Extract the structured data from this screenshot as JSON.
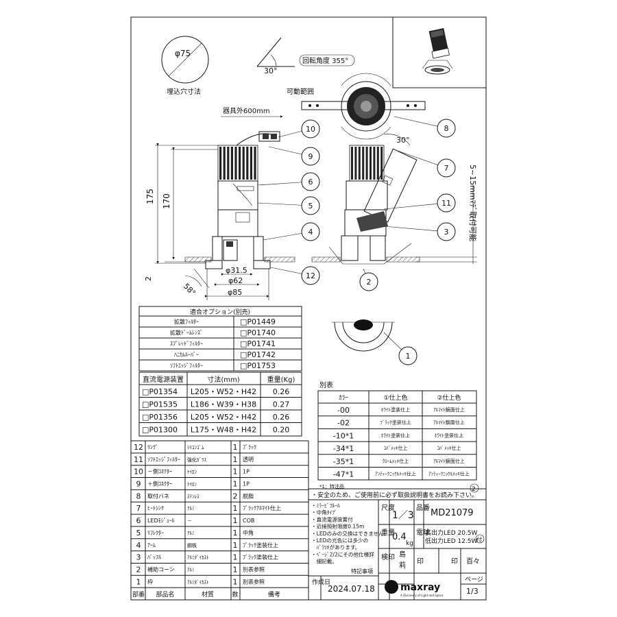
{
  "drawing": {
    "cutout_label": "埋込穴寸法",
    "cutout_diameter": "φ75",
    "tilt_angle": "30°",
    "rotation_label": "回転角度 355°",
    "movable_label": "可動範囲",
    "wire_length": "器具外600mm",
    "height_outer": "175",
    "height_inner": "170",
    "ceiling_thickness": "2",
    "spread_angle": "58°",
    "dim_d1": "φ31.5",
    "dim_d2": "φ62",
    "dim_d3": "φ85",
    "ceiling_range": "5~15mmﾏﾃﾞ取付可能",
    "tilt_angle_side": "30°",
    "balloons": [
      "10",
      "9",
      "6",
      "5",
      "4",
      "12",
      "8",
      "7",
      "11",
      "3",
      "2",
      "1"
    ]
  },
  "options": {
    "title": "適合オプション(別売)",
    "rows": [
      {
        "name": "拡散ﾌｨﾙﾀｰ",
        "code": "□P01449"
      },
      {
        "name": "拡散ﾄﾞｰﾑﾚﾝｽﾞ",
        "code": "□P01740"
      },
      {
        "name": "ｽﾌﾟﾚｯﾄﾞﾌｨﾙﾀｰ",
        "code": "□P01741"
      },
      {
        "name": "ﾊﾆｶﾑﾙｰﾊﾞｰ",
        "code": "□P01742"
      },
      {
        "name": "ｿﾌﾄｴｯｼﾞﾌｨﾙﾀｰ",
        "code": "□P01753"
      }
    ]
  },
  "power": {
    "headers": [
      "直流電源装置",
      "寸法(mm)",
      "重量(Kg)"
    ],
    "rows": [
      [
        "□P01354",
        "L205・W52・H42",
        "0.26"
      ],
      [
        "□P01535",
        "L186・W39・H38",
        "0.27"
      ],
      [
        "□P01356",
        "L205・W52・H42",
        "0.26"
      ],
      [
        "□P01300",
        "L175・W48・H42",
        "0.20"
      ]
    ]
  },
  "colors": {
    "title": "別表",
    "headers": [
      "ｶﾗｰ",
      "①仕上色",
      "②仕上色"
    ],
    "rows": [
      [
        "-00",
        "ﾎﾜｲﾄ塗装仕上",
        "ｱﾙﾏｲﾄ鏡面仕上"
      ],
      [
        "-02",
        "ﾌﾞﾗｯｸ塗装仕上",
        "ｱﾙﾏｲﾄ鏡面仕上"
      ],
      [
        "-10*1",
        "ﾎﾜｲﾄ塗装仕上",
        "ﾎﾜｲﾄ塗装仕上"
      ],
      [
        "-34*1",
        "ｺﾊﾞﾒｯｷ仕上",
        "ｺﾊﾞﾒｯｷ仕上"
      ],
      [
        "-35*1",
        "ｸﾛｰﾑﾒｯｷ仕上",
        "ｱﾙﾏｲﾄ鏡面仕上"
      ],
      [
        "-47*1",
        "ｱﾝﾃｨｰｸﾆｯｹﾙﾒｯｷ仕上",
        "ｱﾝﾃｨｰｸﾆｯｹﾙﾒｯｷ仕上"
      ]
    ],
    "footnote": "*1：特注品"
  },
  "safety_note": "・安全のため、ご使用前に必ず取扱説明書をお読み下さい。",
  "parts": {
    "rows": [
      [
        "12",
        "ﾘﾝｸﾞ",
        "ｼﾘｺﾝｺﾞﾑ",
        "1",
        "ﾌﾞﾗｯｸ"
      ],
      [
        "11",
        "ｿﾌﾄｴｯｼﾞﾌｨﾙﾀｰ",
        "強化ｶﾞﾗｽ",
        "1",
        "透明"
      ],
      [
        "10",
        "－側ｺﾈｸﾀｰ",
        "ﾅｲﾛﾝ",
        "1",
        "1P"
      ],
      [
        "9",
        "＋側ｺﾈｸﾀｰ",
        "ﾅｲﾛﾝ",
        "1",
        "1P"
      ],
      [
        "8",
        "取付バネ",
        "ｽﾃﾝﾚｽ",
        "2",
        "脱脂"
      ],
      [
        "7",
        "ﾋｰﾄｼﾝｸ",
        "ｱﾙﾐ",
        "1",
        "ﾌﾞﾗｯｸｱﾙﾏｲﾄ仕上"
      ],
      [
        "6",
        "LEDﾓｼﾞｭｰﾙ",
        "－",
        "1",
        "COB"
      ],
      [
        "5",
        "ﾘﾌﾚｸﾀｰ",
        "ｱﾙﾐ",
        "1",
        "中角"
      ],
      [
        "4",
        "ｱｰﾑ",
        "鋼板",
        "1",
        "ﾌﾞﾗｯｸ塗装仕上"
      ],
      [
        "3",
        "ﾊﾞｯﾌﾙ",
        "ｱﾙﾐﾀﾞｲｶｽﾄ",
        "1",
        "ﾌﾞﾗｯｸ塗装仕上"
      ],
      [
        "2",
        "補助コーン",
        "ｱﾙﾐ",
        "1",
        "別表参照"
      ],
      [
        "1",
        "枠",
        "ｱﾙﾐﾀﾞｲｶｽﾄ",
        "1",
        "別表参照"
      ]
    ],
    "headers": [
      "部番",
      "部品名",
      "材質",
      "数",
      "備考"
    ]
  },
  "notes": {
    "lines": [
      "・ﾐﾗｰﾋﾞﾌﾙｰﾙ",
      "・中角ﾀｲﾌﾟ",
      "・直流電源装置付",
      "・近接照射限度0.15m",
      "・LEDのみの交換はできません。",
      "・LEDの光色には多少の",
      "　ﾊﾞﾗﾂｷがあります。",
      "・ﾍﾟｰｼﾞ2/2にその他仕様詳",
      "　細記載。"
    ],
    "label": "特記事項"
  },
  "title_block": {
    "scale_label": "尺度",
    "scale_value": "1／3",
    "product_label": "品番",
    "product_no": "MD21079",
    "weight_label": "重量",
    "weight_value": "0.4",
    "weight_unit": "kg",
    "lamp_label": "電球",
    "lamp_line1": "高出力LED 20.5W",
    "lamp_line2": "低出力LED 12.5W",
    "lamp_mark": "付",
    "inspect_label": "検印",
    "drawer": "島",
    "drawer2": "莉",
    "stamp_a": "印",
    "stamp_b": "印",
    "stamp_c": "百々",
    "date_label": "作成日",
    "date": "2024.07.18",
    "page_label": "ページ",
    "page_value": "1/3",
    "revision": "2",
    "brand": "maxray",
    "brand_tagline": "A Discovery of Light and Space"
  }
}
